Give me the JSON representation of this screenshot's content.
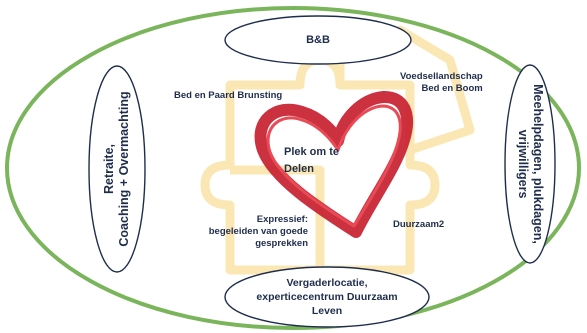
{
  "colors": {
    "outer_ring": "#7ab55c",
    "pill_border": "#1f2d4d",
    "heart": "#c61b2b",
    "puzzle": "#fbe7b3",
    "text": "#1f2d4d"
  },
  "top_pill": "B&B",
  "bottom_pill": "Vergaderlocatie,\nexperticecentrum Duurzaam\nLeven",
  "left_pill": "Retraite,\nCoaching + Overmachting",
  "right_pill": "Meehelpdagen, plukdagen,\nvrijwilligers",
  "center": "Plek om te\nDelen",
  "labels": {
    "bed_paard": "Bed en Paard Brunsting",
    "voedsel": "Voedsellandschap\nBed en Boom",
    "expressief": "Expressief:\nbegeleiden van goede gesprekken",
    "duurzaam2": "Duurzaam2"
  }
}
